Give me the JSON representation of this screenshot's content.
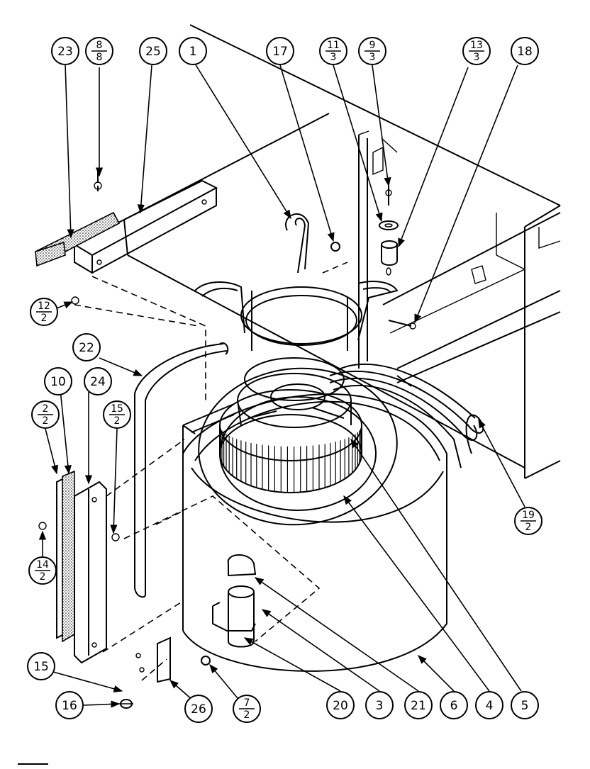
{
  "callouts": [
    {
      "id": "c23",
      "label": "23"
    },
    {
      "id": "c8-8",
      "num": "8",
      "den": "8"
    },
    {
      "id": "c25",
      "label": "25"
    },
    {
      "id": "c1",
      "label": "1"
    },
    {
      "id": "c17",
      "label": "17"
    },
    {
      "id": "c11-3",
      "num": "11",
      "den": "3"
    },
    {
      "id": "c9-3",
      "num": "9",
      "den": "3"
    },
    {
      "id": "c13-3",
      "num": "13",
      "den": "3"
    },
    {
      "id": "c18",
      "label": "18"
    },
    {
      "id": "c12-2",
      "num": "12",
      "den": "2"
    },
    {
      "id": "c22",
      "label": "22"
    },
    {
      "id": "c10",
      "label": "10"
    },
    {
      "id": "c24",
      "label": "24"
    },
    {
      "id": "c2-2",
      "num": "2",
      "den": "2"
    },
    {
      "id": "c15-2",
      "num": "15",
      "den": "2"
    },
    {
      "id": "c14-2",
      "num": "14",
      "den": "2"
    },
    {
      "id": "c19-2",
      "num": "19",
      "den": "2"
    },
    {
      "id": "c15",
      "label": "15"
    },
    {
      "id": "c16",
      "label": "16"
    },
    {
      "id": "c26",
      "label": "26"
    },
    {
      "id": "c7-2",
      "num": "7",
      "den": "2"
    },
    {
      "id": "c20",
      "label": "20"
    },
    {
      "id": "c3",
      "label": "3"
    },
    {
      "id": "c21",
      "label": "21"
    },
    {
      "id": "c6",
      "label": "6"
    },
    {
      "id": "c4",
      "label": "4"
    },
    {
      "id": "c5",
      "label": "5"
    }
  ]
}
